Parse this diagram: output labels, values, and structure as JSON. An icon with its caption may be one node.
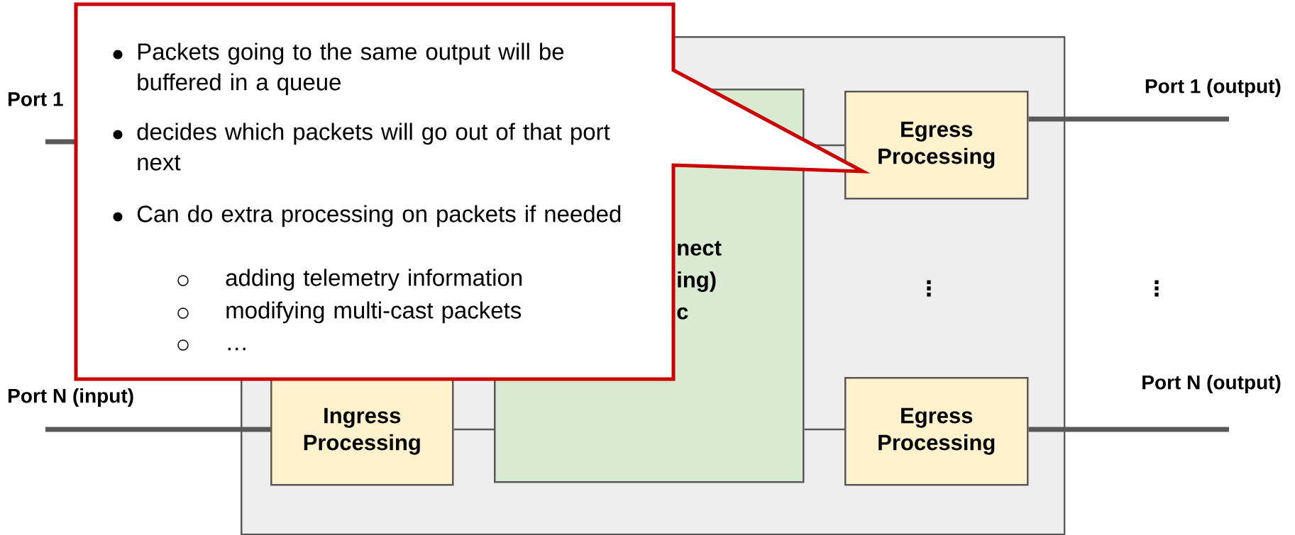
{
  "diagram": {
    "nodes": [
      {
        "text": [],
        "shape": "box"
      },
      {
        "text": [
          "nect ing) c"
        ],
        "in": 0
      },
      {
        "text": [
          "Egress Processing"
        ],
        "in": 0
      },
      {
        "text": [
          "Ingress Processing"
        ],
        "in": 0
      },
      {
        "text": [
          "Egress Processing"
        ],
        "in": 0
      },
      {
        "text": [
          "Packets going to the same output will be buffered in a queue",
          "decides which packets will go out of that port next",
          "Can do extra processing on packets if needed",
          "adding telemetry information",
          "modifying multi-cast packets",
          "…"
        ]
      }
    ],
    "edges": [
      {
        "from": null,
        "to": 0,
        "arrow": "none"
      },
      {
        "from": null,
        "to": 3,
        "arrow": "none"
      },
      {
        "from": 3,
        "to": 1,
        "arrow": "none"
      },
      {
        "from": 1,
        "to": 2,
        "arrow": "none"
      },
      {
        "from": 1,
        "to": 4,
        "arrow": "none"
      },
      {
        "from": 2,
        "to": null,
        "arrow": "none"
      },
      {
        "from": 4,
        "to": null,
        "arrow": "none"
      }
    ],
    "labels": [
      "Port 1",
      "Port 1 (output)",
      "⋮",
      "⋮",
      "Port N (input)",
      "Port N (output)"
    ]
  }
}
